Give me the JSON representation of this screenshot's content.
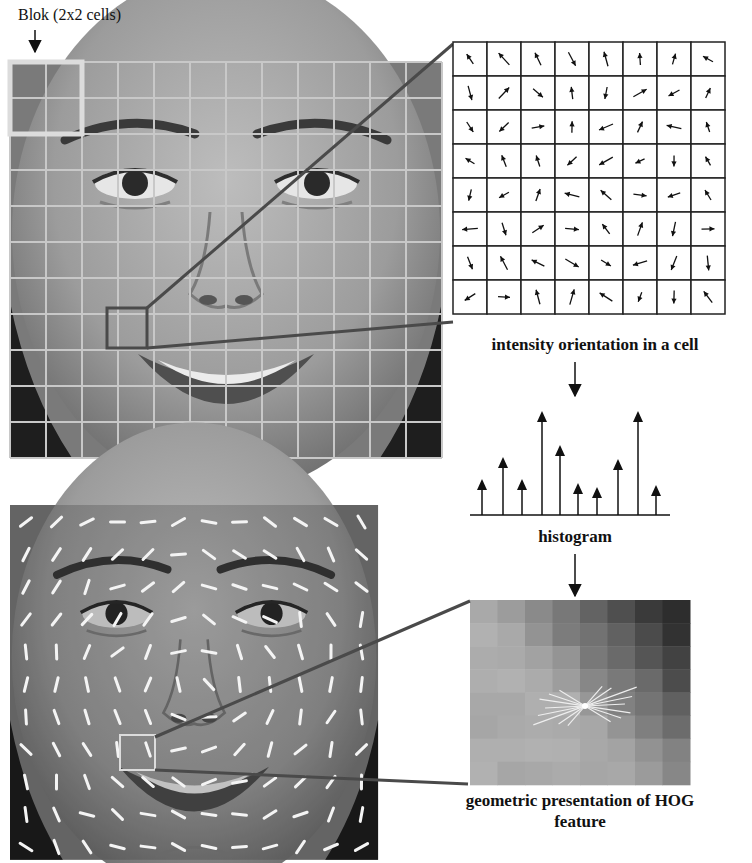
{
  "diagram": {
    "nodes": [
      {
        "text": [
          "intensity orientation in a cell"
        ]
      },
      {
        "text": [
          "histogram"
        ]
      },
      {
        "text": [
          "geometric presentation of HOG feature"
        ]
      }
    ],
    "edges": [
      {
        "from": 0,
        "to": 1,
        "arrow": "to"
      },
      {
        "from": 1,
        "to": 2,
        "arrow": "to"
      }
    ],
    "labels": [
      "Blok (2x2 cells)"
    ]
  }
}
